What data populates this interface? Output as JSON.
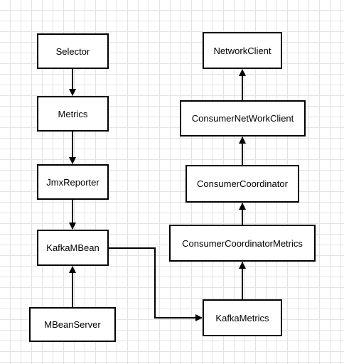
{
  "diagram": {
    "line_color": "#000000",
    "box_fill": "#ffffff",
    "grid_color": "#e3e3e3",
    "nodes": {
      "selector": "Selector",
      "metrics": "Metrics",
      "jmx_reporter": "JmxReporter",
      "kafka_mbean": "KafkaMBean",
      "mbean_server": "MBeanServer",
      "network_client": "NetworkClient",
      "consumer_network_client": "ConsumerNetWorkClient",
      "consumer_coordinator": "ConsumerCoordinator",
      "consumer_coordinator_metrics": "ConsumerCoordinatorMetrics",
      "kafka_metrics": "KafkaMetrics"
    },
    "edges": [
      {
        "from": "Selector",
        "to": "Metrics"
      },
      {
        "from": "Metrics",
        "to": "JmxReporter"
      },
      {
        "from": "JmxReporter",
        "to": "KafkaMBean"
      },
      {
        "from": "MBeanServer",
        "to": "KafkaMBean"
      },
      {
        "from": "KafkaMBean",
        "to": "KafkaMetrics"
      },
      {
        "from": "KafkaMetrics",
        "to": "ConsumerCoordinatorMetrics"
      },
      {
        "from": "ConsumerCoordinatorMetrics",
        "to": "ConsumerCoordinator"
      },
      {
        "from": "ConsumerCoordinator",
        "to": "ConsumerNetWorkClient"
      },
      {
        "from": "ConsumerNetWorkClient",
        "to": "NetworkClient"
      }
    ]
  }
}
